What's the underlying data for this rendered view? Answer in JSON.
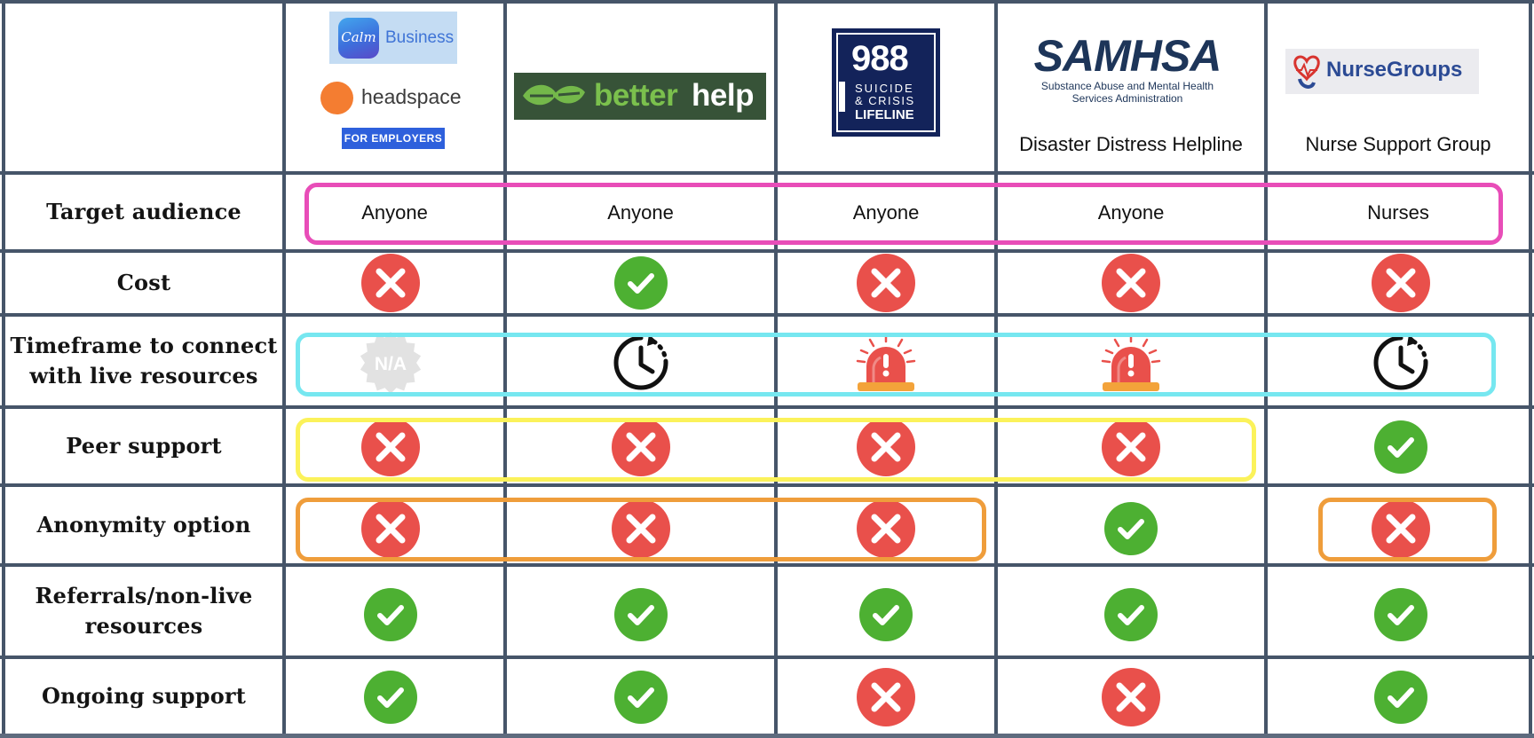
{
  "colors": {
    "grid_line": "#465569",
    "no_red": "#e9504b",
    "yes_green": "#4db032",
    "highlight_pink": "#e84db8",
    "highlight_cyan": "#76e7f0",
    "highlight_yellow": "#fbf25a",
    "highlight_orange": "#ef9d3b"
  },
  "providers": [
    {
      "id": "calm-headspace",
      "logos": {
        "calm_mark": "Calm",
        "calm_business": "Business",
        "headspace": "headspace",
        "for_employers": "FOR EMPLOYERS"
      },
      "caption": ""
    },
    {
      "id": "betterhelp",
      "logos": {
        "better": "better",
        "help": "help"
      },
      "caption": ""
    },
    {
      "id": "988",
      "logos": {
        "number": "988",
        "line1": "SUICIDE",
        "line2": "& CRISIS",
        "line3": "LIFELINE"
      },
      "caption": ""
    },
    {
      "id": "samhsa",
      "logos": {
        "wordmark": "SAMHSA",
        "sub1": "Substance Abuse and Mental Health",
        "sub2": "Services Administration"
      },
      "caption": "Disaster Distress Helpline"
    },
    {
      "id": "nursegroups",
      "logos": {
        "wordmark": "NurseGroups"
      },
      "caption": "Nurse Support Group"
    }
  ],
  "rows": [
    {
      "label": "Target audience",
      "type": "text",
      "values": [
        "Anyone",
        "Anyone",
        "Anyone",
        "Anyone",
        "Nurses"
      ]
    },
    {
      "label": "Cost",
      "type": "icon",
      "values": [
        "no",
        "yes",
        "no",
        "no",
        "no"
      ]
    },
    {
      "label": "Timeframe to connect\nwith live resources",
      "type": "icon",
      "values": [
        "na",
        "clock",
        "alarm",
        "alarm",
        "clock"
      ]
    },
    {
      "label": "Peer support",
      "type": "icon",
      "values": [
        "no",
        "no",
        "no",
        "no",
        "yes"
      ]
    },
    {
      "label": "Anonymity option",
      "type": "icon",
      "values": [
        "no",
        "no",
        "no",
        "yes",
        "no"
      ]
    },
    {
      "label": "Referrals/non-live\nresources",
      "type": "icon",
      "values": [
        "yes",
        "yes",
        "yes",
        "yes",
        "yes"
      ]
    },
    {
      "label": "Ongoing support",
      "type": "icon",
      "values": [
        "yes",
        "yes",
        "no",
        "no",
        "yes"
      ]
    }
  ],
  "na_badge_text": "N/A"
}
